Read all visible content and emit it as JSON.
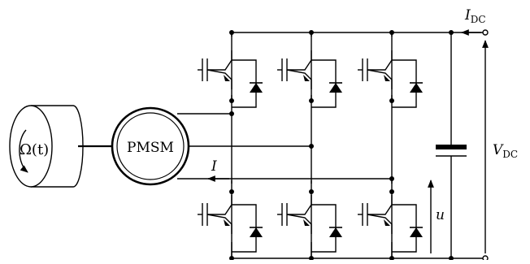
{
  "diagram": {
    "load_label": "Ω(t)",
    "motor_label": "PMSM",
    "current_label": "I",
    "voltage_label": "u",
    "dc_current": {
      "main": "I",
      "sub": "DC"
    },
    "dc_voltage": {
      "main": "V",
      "sub": "DC"
    }
  }
}
